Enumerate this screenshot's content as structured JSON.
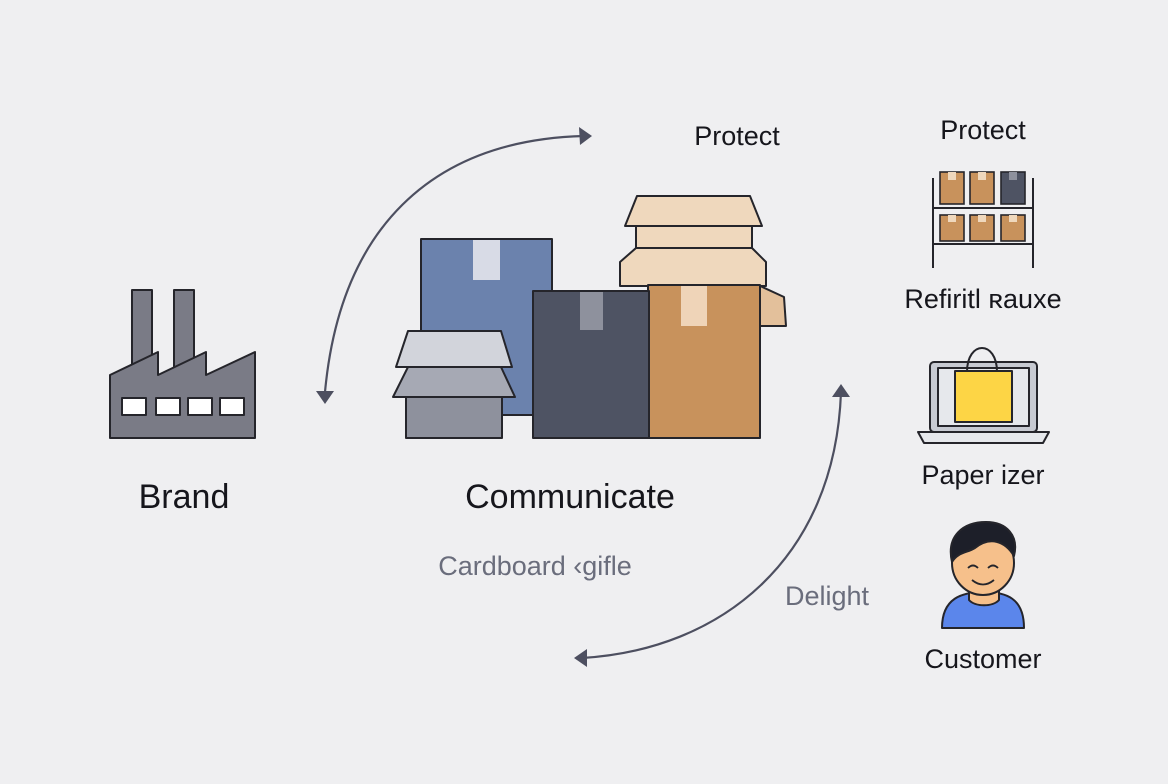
{
  "diagram": {
    "colors": {
      "background": "#efeff1",
      "outline": "#25252b",
      "arrow": "#4d4f60",
      "factory": "#7a7b86",
      "blue_box": "#6b82ad",
      "gray_box": "#a6a9b4",
      "dark_box": "#4e5363",
      "kraft_box": "#c8925c",
      "cream_box": "#efd8bd",
      "shopping_bag": "#fdd545",
      "customer_shirt": "#5b86eb"
    },
    "labels": {
      "brand": "Brand",
      "communicate": "Communicate",
      "cardboard": "Cardboard ‹gifle",
      "protect_top": "Protect",
      "protect_right": "Protect",
      "refill": "Refiritl ʀauxe",
      "paper": "Paper izer",
      "delight": "Delight",
      "customer": "Customer"
    },
    "icons": {
      "factory": "factory-icon",
      "boxes": "stacked-boxes-icon",
      "shelf": "warehouse-shelf-icon",
      "laptop": "laptop-shopping-bag-icon",
      "customer": "customer-avatar-icon"
    }
  }
}
